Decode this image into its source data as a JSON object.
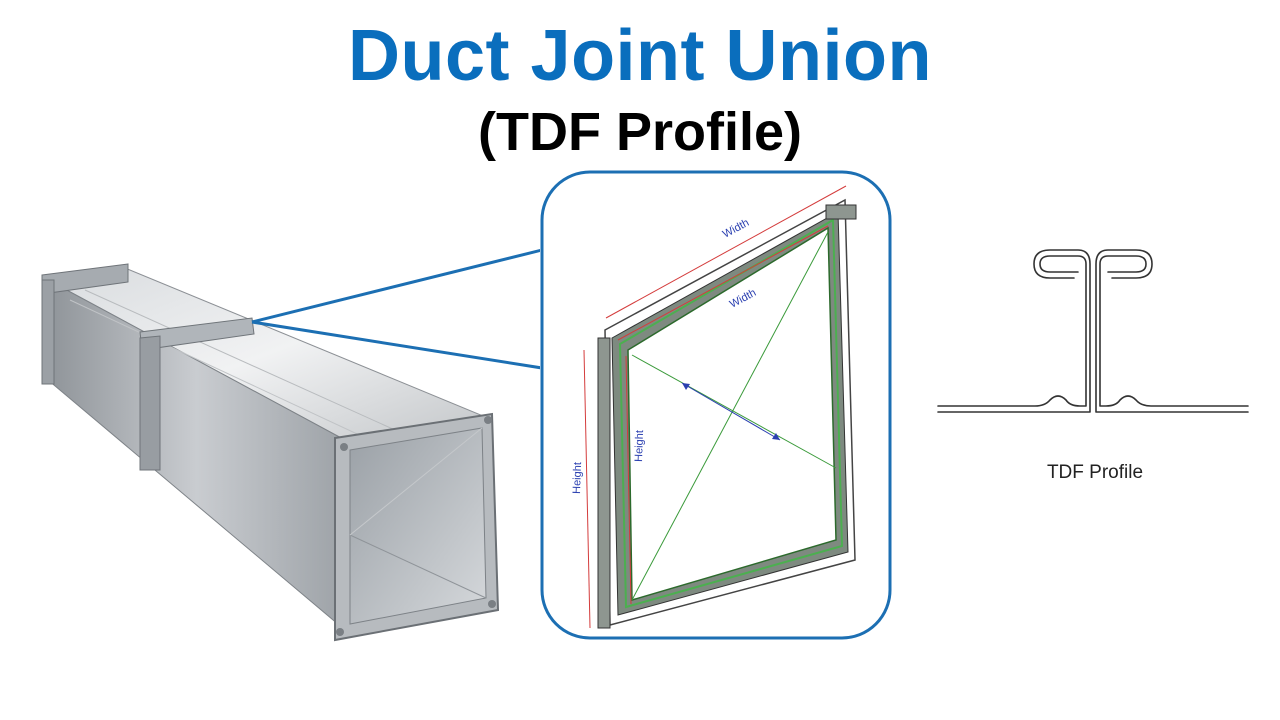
{
  "header": {
    "title": "Duct Joint Union",
    "subtitle": "(TDF Profile)"
  },
  "detail": {
    "outer_width_label": "Width",
    "inner_width_label": "Width",
    "outer_height_label": "Height",
    "inner_height_label": "Height"
  },
  "profile": {
    "caption": "TDF Profile"
  },
  "colors": {
    "title_blue": "#0a6ebd",
    "callout_border": "#1c6fb3",
    "dimension_red": "#d43c3c",
    "dimension_blue": "#2a3fb0",
    "diagonal_green": "#3a9a3a"
  }
}
